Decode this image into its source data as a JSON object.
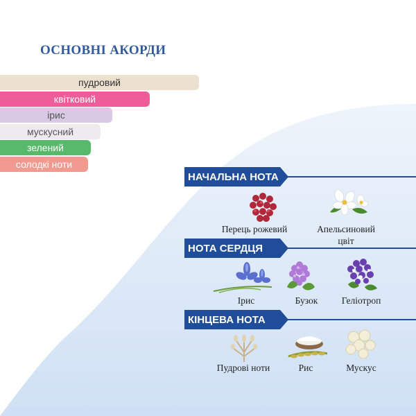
{
  "title": "ОСНОВНІ АКОРДИ",
  "colors": {
    "title": "#2f5a9c",
    "banner": "#1f4d9a",
    "wave": "#dbe8f7"
  },
  "accords": [
    {
      "label": "пудровий",
      "color": "#ece0cf",
      "text_color": "#333333"
    },
    {
      "label": "квітковий",
      "color": "#ee5d9a",
      "text_color": "#ffffff"
    },
    {
      "label": "ірис",
      "color": "#d9c9e4",
      "text_color": "#555555"
    },
    {
      "label": "мускусний",
      "color": "#eeeaf0",
      "text_color": "#555555"
    },
    {
      "label": "зелений",
      "color": "#58b96a",
      "text_color": "#ffffff"
    },
    {
      "label": "солодкі ноти",
      "color": "#f29a90",
      "text_color": "#ffffff"
    }
  ],
  "sections": {
    "top": {
      "title": "НАЧАЛЬНА НОТА",
      "notes": [
        {
          "label": "Перець рожевий",
          "icon": "pink-pepper-icon"
        },
        {
          "label": "Апельсиновий цвіт",
          "icon": "orange-blossom-icon"
        }
      ]
    },
    "heart": {
      "title": "НОТА СЕРДЦЯ",
      "notes": [
        {
          "label": "Ірис",
          "icon": "iris-flower-icon"
        },
        {
          "label": "Бузок",
          "icon": "lilac-icon"
        },
        {
          "label": "Геліотроп",
          "icon": "heliotrope-icon"
        }
      ]
    },
    "base": {
      "title": "КІНЦЕВА НОТА",
      "notes": [
        {
          "label": "Пудрові ноти",
          "icon": "powder-notes-icon"
        },
        {
          "label": "Рис",
          "icon": "rice-icon"
        },
        {
          "label": "Мускус",
          "icon": "musk-icon"
        }
      ]
    }
  }
}
